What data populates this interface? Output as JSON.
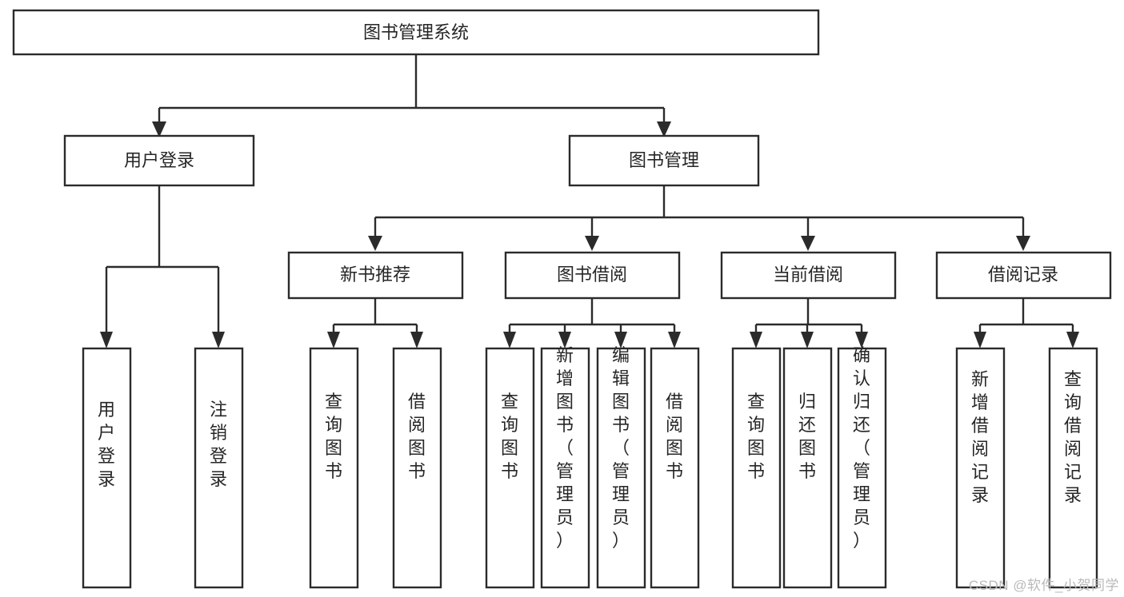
{
  "diagram": {
    "title": "图书管理系统",
    "type": "tree-hierarchy-chart",
    "watermark": "CSDN @软件_小贺同学",
    "colors": {
      "stroke": "#2b2b2b",
      "fill": "#ffffff",
      "text": "#262626",
      "watermark": "#b9b9b9"
    },
    "levels": {
      "root": {
        "label": "图书管理系统"
      },
      "level2": [
        {
          "label": "用户登录"
        },
        {
          "label": "图书管理"
        }
      ],
      "level3": [
        {
          "label": "新书推荐"
        },
        {
          "label": "图书借阅"
        },
        {
          "label": "当前借阅"
        },
        {
          "label": "借阅记录"
        }
      ],
      "leaves": {
        "user_login": [
          {
            "label": "用户登录"
          },
          {
            "label": "注销登录"
          }
        ],
        "new_book_recommend": [
          {
            "label": "查询图书"
          },
          {
            "label": "借阅图书"
          }
        ],
        "book_borrow": [
          {
            "label": "查询图书"
          },
          {
            "label": "新增图书（管理员）"
          },
          {
            "label": "编辑图书（管理员）"
          },
          {
            "label": "借阅图书"
          }
        ],
        "current_borrow": [
          {
            "label": "查询图书"
          },
          {
            "label": "归还图书"
          },
          {
            "label": "确认归还（管理员）"
          }
        ],
        "borrow_record": [
          {
            "label": "新增借阅记录"
          },
          {
            "label": "查询借阅记录"
          }
        ]
      }
    }
  }
}
